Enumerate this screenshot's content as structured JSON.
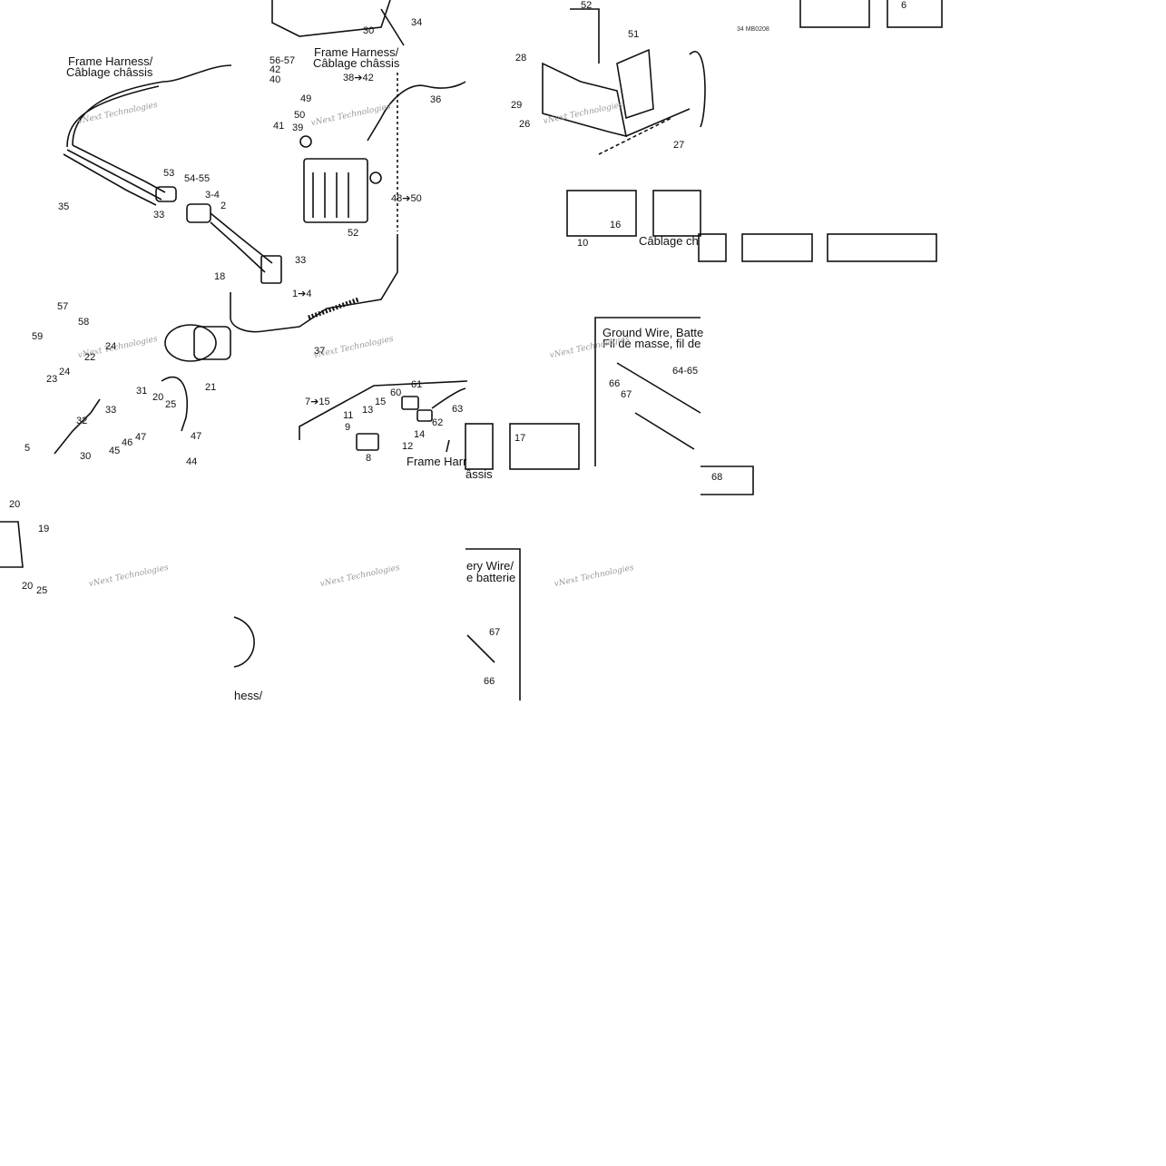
{
  "captions": {
    "frame_harness_a": "Frame Harness/",
    "cablage_a": "Câblage châssis",
    "frame_harness_b": "Frame Harness/",
    "cablage_b": "Câblage châssis",
    "cablage_c": "Câblage ch",
    "ground_wire": "Ground Wire, Batte",
    "fil_masse": "Fil de masse, fil de",
    "frame_harr": "Frame Harr",
    "assis": "âssis",
    "ery_wire": "ery Wire/",
    "e_batterie": "e batterie",
    "hess": "hess/"
  },
  "watermark": "vNext Technologies",
  "drawing_code": "34 MB0208",
  "part_labels": [
    "52",
    "51",
    "28",
    "29",
    "26",
    "27",
    "30",
    "34",
    "36",
    "56-57",
    "42",
    "40",
    "41",
    "49",
    "50",
    "39",
    "38➔42",
    "53",
    "54-55",
    "3-4",
    "2",
    "35",
    "33",
    "33",
    "1➔4",
    "48➔50",
    "52",
    "16",
    "10",
    "18",
    "57",
    "58",
    "59",
    "24",
    "22",
    "24",
    "23",
    "31",
    "20",
    "25",
    "21",
    "32",
    "33",
    "30",
    "5",
    "47",
    "46",
    "45",
    "47",
    "44",
    "37",
    "7➔15",
    "15",
    "60",
    "61",
    "13",
    "11",
    "9",
    "14",
    "12",
    "8",
    "62",
    "63",
    "17",
    "66",
    "67",
    "64-65",
    "68",
    "20",
    "19",
    "20",
    "25",
    "67",
    "66",
    "6"
  ],
  "colors": {
    "line": "#111111",
    "watermark": "#9a9a9a",
    "background": "#ffffff"
  }
}
